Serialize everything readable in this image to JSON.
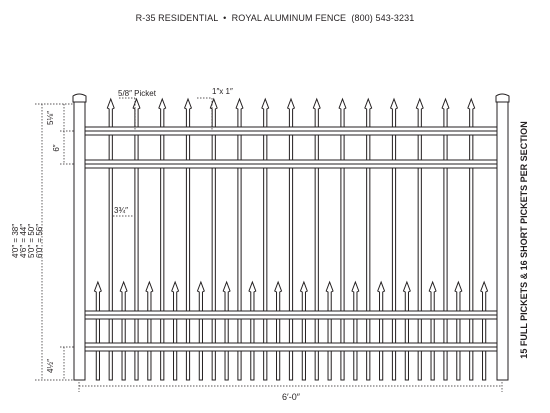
{
  "header": {
    "model": "R-35 RESIDENTIAL",
    "separator": "•",
    "product": "ROYAL ALUMINUM FENCE",
    "phone": "(800) 543-3231"
  },
  "callouts": {
    "picket": "5/8″ Picket",
    "rail": "1″x 1″",
    "spacing": "3¾″"
  },
  "dimensions": {
    "top_extension": "5⅛″",
    "rail_gap": "6″",
    "bottom_clearance": "4½″",
    "width": "6′-0″",
    "heights": [
      "4′0″ = 38″",
      "4′6″ = 44″",
      "5′0″ = 50″",
      "6′0″ = 56″"
    ]
  },
  "side_note": "15 FULL PICKETS & 16 SHORT PICKETS PER SECTION",
  "counts": {
    "full_pickets": 15,
    "short_pickets": 16
  }
}
